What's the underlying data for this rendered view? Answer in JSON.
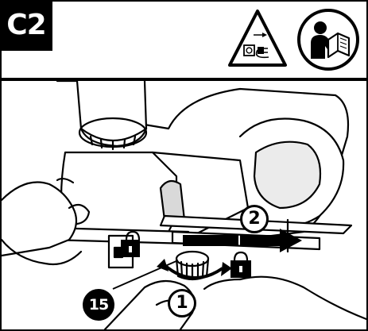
{
  "header": {
    "step_label": "C2",
    "warning_icon": "unplug-before-service-icon",
    "manual_icon": "read-manual-icon"
  },
  "callouts": {
    "depth_knob": "15",
    "step_one": "1",
    "step_two": "2"
  },
  "colors": {
    "ink": "#000000",
    "paper": "#ffffff",
    "shade": "#d9d9d9"
  }
}
